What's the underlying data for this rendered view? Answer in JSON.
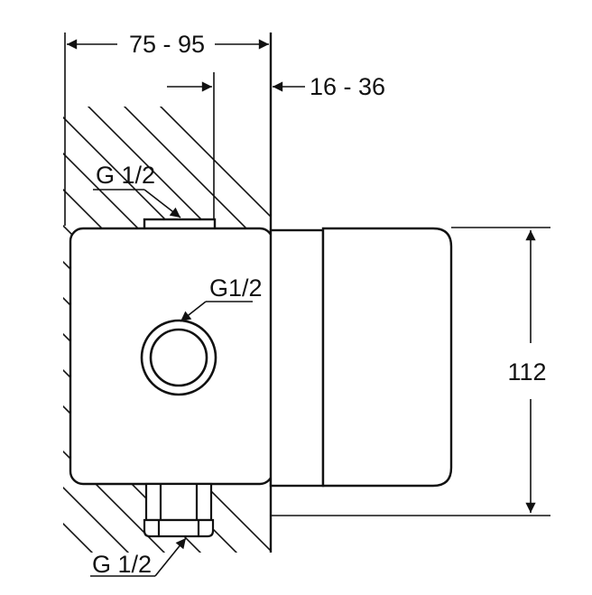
{
  "labels": {
    "dim_depth": "75 - 95",
    "dim_wall": "16 - 36",
    "dim_height": "112",
    "thread_top": "G 1/2",
    "thread_side": "G1/2",
    "thread_bottom": "G 1/2"
  },
  "colors": {
    "line": "#111111",
    "background": "#ffffff"
  }
}
